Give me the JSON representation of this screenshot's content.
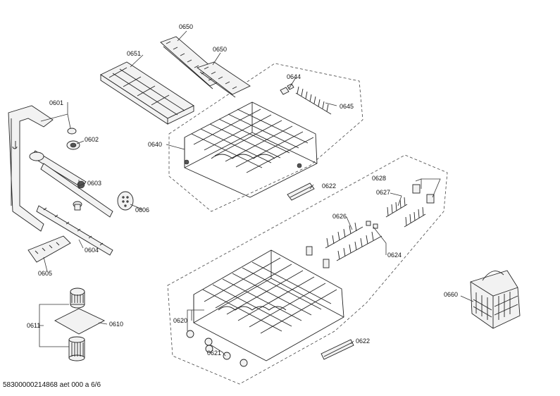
{
  "labels": {
    "p0650a": "0650",
    "p0650b": "0650",
    "p0651": "0651",
    "p0644": "0644",
    "p0645": "0645",
    "p0640": "0640",
    "p0601": "0601",
    "p0602": "0602",
    "p0603": "0603",
    "p0606": "0606",
    "p0604": "0604",
    "p0605": "0605",
    "p0611": "0611",
    "p0610": "0610",
    "p0622a": "0622",
    "p0628": "0628",
    "p0627": "0627",
    "p0626": "0626",
    "p0624": "0624",
    "p0660": "0660",
    "p0620": "0620",
    "p0621": "0621",
    "p0622b": "0622"
  },
  "footer": "58300000214868 aet 000 a 6/6"
}
